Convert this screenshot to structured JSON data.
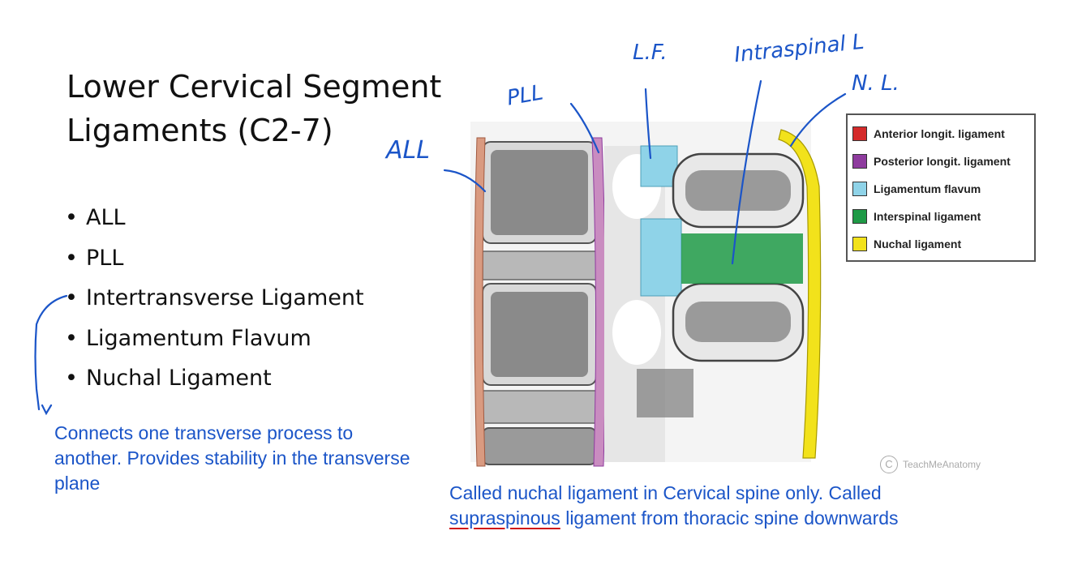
{
  "slide": {
    "title_line1": "Lower Cervical Segment",
    "title_line2": "Ligaments (C2-7)",
    "bullets": [
      "ALL",
      "PLL",
      "Intertransverse Ligament",
      "Ligamentum Flavum",
      "Nuchal Ligament"
    ]
  },
  "notes": {
    "intertransverse": "Connects one transverse process to another. Provides stability in the transverse plane",
    "nuchal_part1": "Called nuchal ligament in Cervical spine only. Called ",
    "nuchal_underlined": "supraspinous",
    "nuchal_part2": " ligament from thoracic spine downwards"
  },
  "handwriting": {
    "all": "ALL",
    "pll": "PLL",
    "lf": "L.F.",
    "intraspinal": "Intraspinal L",
    "nl": "N. L."
  },
  "legend": [
    {
      "label": "Anterior longit. ligament",
      "color": "#d42a2a"
    },
    {
      "label": "Posterior longit. ligament",
      "color": "#8e3b9e"
    },
    {
      "label": "Ligamentum flavum",
      "color": "#8fd3e8"
    },
    {
      "label": "Interspinal ligament",
      "color": "#1e9a46"
    },
    {
      "label": "Nuchal ligament",
      "color": "#f2e21b"
    }
  ],
  "copyright": {
    "symbol": "C",
    "text": "TeachMeAnatomy"
  },
  "colors": {
    "ink": "#1b55c8",
    "underline": "#d01818"
  }
}
